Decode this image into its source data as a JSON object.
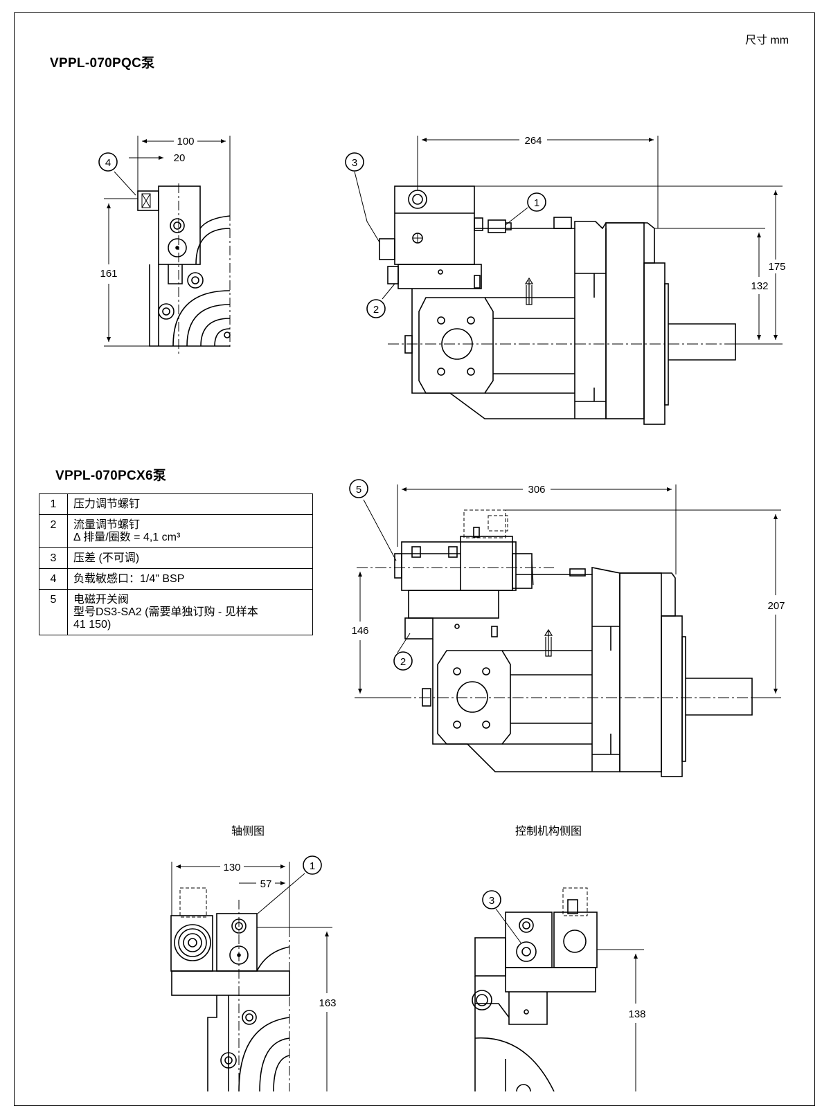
{
  "units_label": "尺寸  mm",
  "section1_title": "VPPL-070PQC泵",
  "section2_title": "VPPL-070PCX6泵",
  "view_labels": {
    "shaft_side": "轴侧图",
    "control_side": "控制机构侧图"
  },
  "dimensions": {
    "pqc_side": [
      "100",
      "20",
      "161"
    ],
    "pqc_front": [
      "264",
      "175",
      "132"
    ],
    "pcx6_front": [
      "306",
      "207",
      "146"
    ],
    "shaft_view": [
      "130",
      "57",
      "163"
    ],
    "control_view": [
      "138"
    ]
  },
  "callouts": [
    "1",
    "2",
    "3",
    "4",
    "5"
  ],
  "legend": [
    {
      "num": "1",
      "lines": [
        "压力调节螺钉"
      ]
    },
    {
      "num": "2",
      "lines": [
        "流量调节螺钉",
        "Δ 排量/圈数 = 4,1 cm³"
      ]
    },
    {
      "num": "3",
      "lines": [
        "压差 (不可调)"
      ]
    },
    {
      "num": "4",
      "lines": [
        "负载敏感口：1/4\" BSP"
      ]
    },
    {
      "num": "5",
      "lines": [
        "电磁开关阀",
        "型号DS3-SA2 (需要单独订购 - 见样本",
        "41 150)"
      ]
    }
  ]
}
